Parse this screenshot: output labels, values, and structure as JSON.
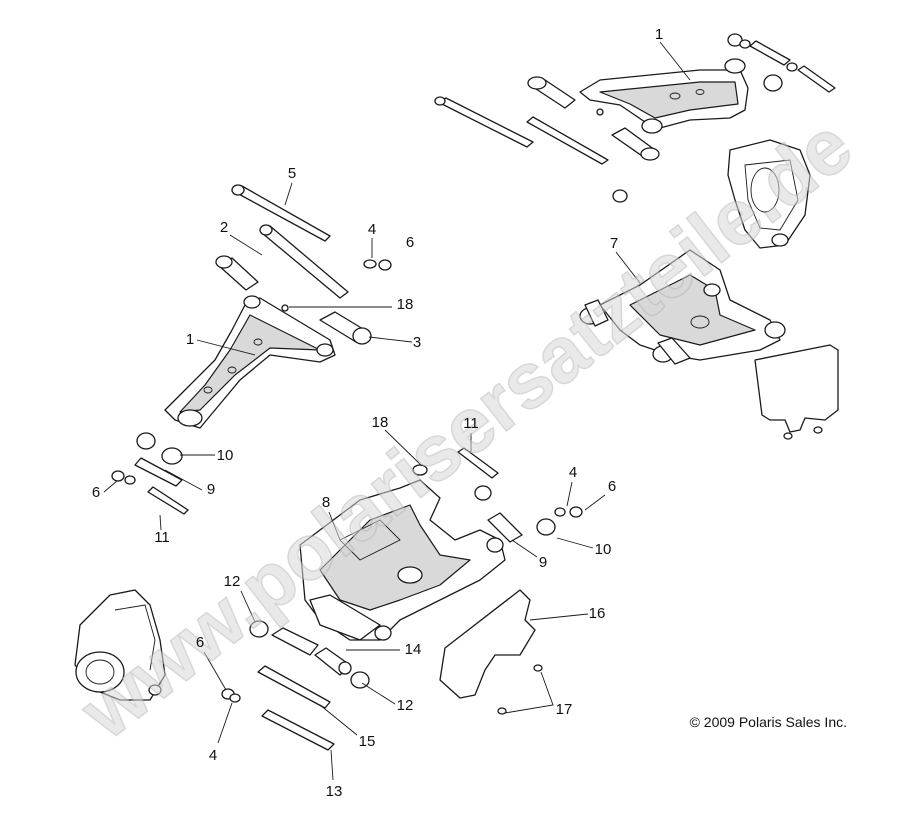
{
  "watermark": "www.polarisersatzteile.de",
  "copyright": "© 2009 Polaris Sales Inc.",
  "callouts": {
    "c1_top": "1",
    "c7": "7",
    "c5": "5",
    "c2": "2",
    "c4_upper": "4",
    "c6_upper": "6",
    "c18_upper": "18",
    "c3": "3",
    "c1_left": "1",
    "c10_left": "10",
    "c9_left": "9",
    "c6_left": "6",
    "c11_left": "11",
    "c18_mid": "18",
    "c11_mid": "11",
    "c4_right": "4",
    "c6_right": "6",
    "c8": "8",
    "c9_right": "9",
    "c10_right": "10",
    "c16": "16",
    "c12_upper": "12",
    "c6_lower": "6",
    "c14": "14",
    "c12_lower": "12",
    "c17": "17",
    "c4_lower": "4",
    "c15": "15",
    "c13": "13"
  }
}
